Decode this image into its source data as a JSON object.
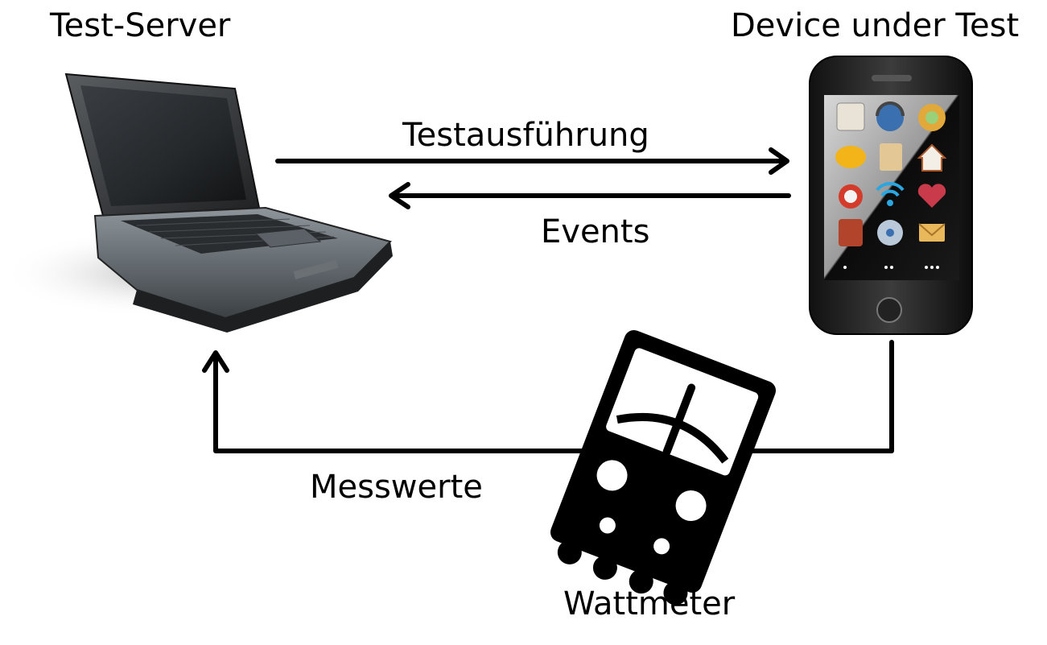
{
  "labels": {
    "server": "Test-Server",
    "device": "Device under Test",
    "test_execution": "Testausführung",
    "events": "Events",
    "measurements": "Messwerte",
    "wattmeter": "Wattmeter"
  },
  "icons": {
    "server": "laptop-icon",
    "device": "smartphone-icon",
    "meter": "wattmeter-icon"
  },
  "phone_apps": [
    "notes-app-icon",
    "music-app-icon",
    "color-wheel-app-icon",
    "chat-app-icon",
    "files-app-icon",
    "home-app-icon",
    "clock-app-icon",
    "wifi-app-icon",
    "heart-app-icon",
    "book-app-icon",
    "disc-app-icon",
    "mail-app-icon"
  ],
  "colors": {
    "ink": "#000000",
    "background": "#ffffff"
  }
}
